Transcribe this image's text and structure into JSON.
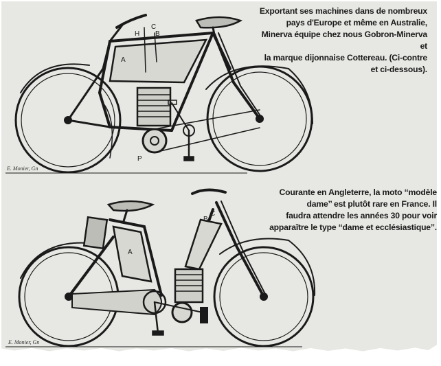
{
  "captions": {
    "top": [
      "Exportant ses machines dans de nombreux",
      "pays d'Europe et même en Australie,",
      "Minerva équipe chez nous Gobron-Minerva et",
      "la marque dijonnaise Cottereau. (Ci-contre",
      "et ci-dessous)."
    ],
    "bottom": [
      "Courante en Angleterre, la moto ‘‘modèle",
      "dame’’ est plutôt rare en France. Il",
      "faudra attendre les années 30 pour voir",
      "apparaître le type ‘‘dame et ecclésiastique’’."
    ]
  },
  "signatures": {
    "top": "E. Monier, Gn",
    "bottom": "E. Monier, Gn"
  },
  "figure_labels": {
    "top": {
      "a": "A",
      "h": "H",
      "b": "B",
      "c": "C",
      "p": "P"
    },
    "bottom": {
      "a": "A",
      "b": "B",
      "c": "C"
    }
  },
  "colors": {
    "paper": "#e7e7e3",
    "ink": "#1a1a1a"
  }
}
